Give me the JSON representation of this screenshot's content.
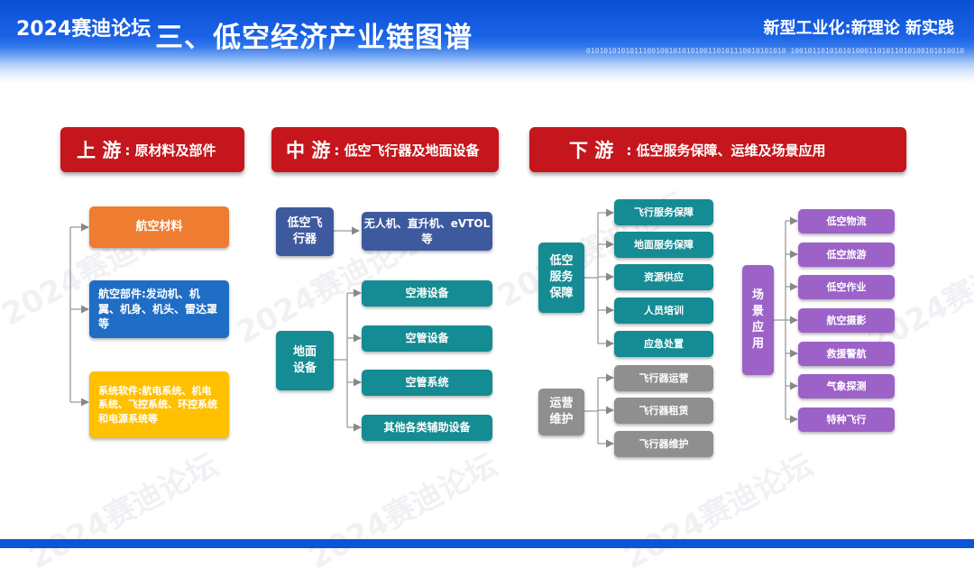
{
  "header": {
    "brand": "2024赛迪论坛",
    "title": "三、低空经济产业链图谱",
    "slogan": "新型工业化:新理论 新实践",
    "digits": "0101010101011100100101010100110101110010101010 10010110101010100011010110101001010100101010110"
  },
  "watermark": "2024赛迪论坛",
  "sections": {
    "upstream": {
      "main": "上 游",
      "sub": ": 原材料及部件"
    },
    "midstream": {
      "main": "中 游",
      "sub": ": 低空飞行器及地面设备"
    },
    "downstream": {
      "main": "下 游",
      "sub": ": 低空服务保障、运维及场景应用"
    }
  },
  "upstream": {
    "materials": "航空材料",
    "components": "航空部件:发动机、机翼、机身、机头、雷达罩等",
    "software": "系统软件:航电系统、机电系统、飞控系统、环控系统和电源系统等"
  },
  "midstream": {
    "aircraft": "低空飞行器",
    "aircraft_items": [
      "无人机、直升机、eVTOL等"
    ],
    "ground": "地面设备",
    "ground_items": [
      "空港设备",
      "空管设备",
      "空管系统",
      "其他各类辅助设备"
    ]
  },
  "downstream": {
    "service": "低空服务保障",
    "service_items": [
      "飞行服务保障",
      "地面服务保障",
      "资源供应",
      "人员培训",
      "应急处置"
    ],
    "ops": "运营维护",
    "ops_items": [
      "飞行器运营",
      "飞行器租赁",
      "飞行器维护"
    ],
    "scene": "场景应用",
    "scene_items": [
      "低空物流",
      "低空旅游",
      "低空作业",
      "航空摄影",
      "救援警航",
      "气象探测",
      "特种飞行"
    ]
  }
}
